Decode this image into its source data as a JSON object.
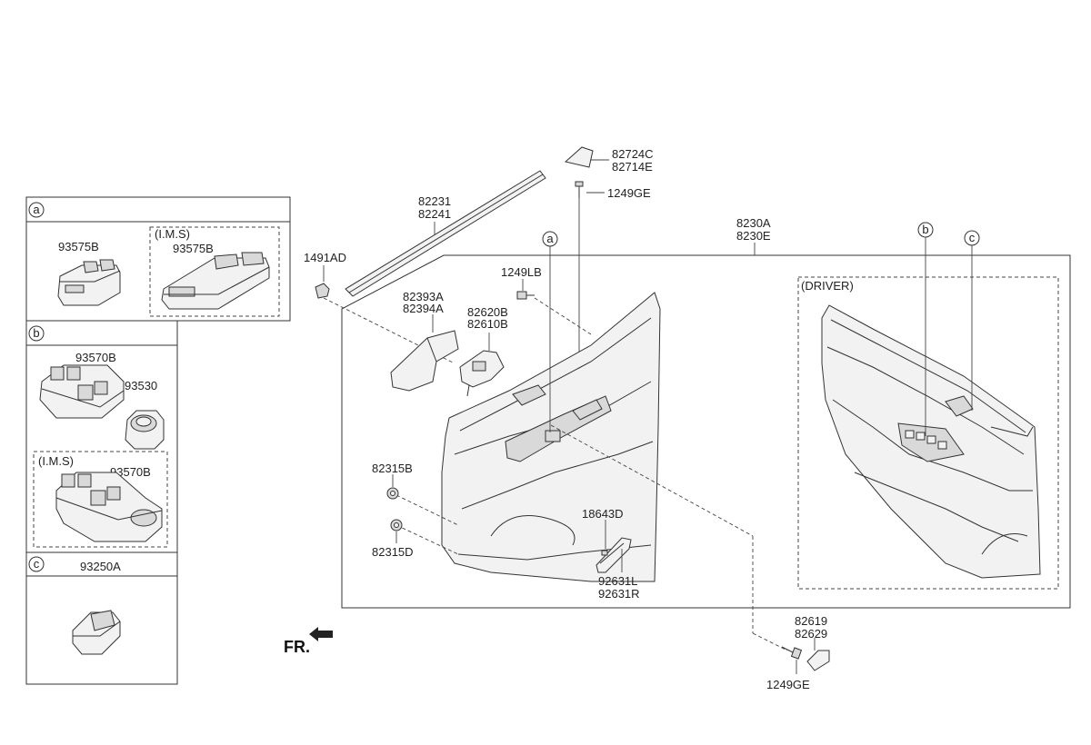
{
  "legend": {
    "a": {
      "letter": "a",
      "std_part": "93575B",
      "ims_caption": "(I.M.S)",
      "ims_part": "93575B"
    },
    "b": {
      "letter": "b",
      "part1": "93570B",
      "part2": "93530",
      "ims_caption": "(I.M.S)",
      "ims_part": "93570B"
    },
    "c": {
      "letter": "c",
      "part": "93250A"
    }
  },
  "main": {
    "assembly_line1": "8230A",
    "assembly_line2": "8230E",
    "driver_caption": "(DRIVER)",
    "callout_a": "a",
    "callout_b": "b",
    "callout_c": "c",
    "fr_label": "FR."
  },
  "labels": {
    "p82724c": "82724C",
    "p82714e": "82714E",
    "p1249ge_top": "1249GE",
    "p82231": "82231",
    "p82241": "82241",
    "p1491ad": "1491AD",
    "p1249lb": "1249LB",
    "p82393a": "82393A",
    "p82394a": "82394A",
    "p82620b": "82620B",
    "p82610b": "82610B",
    "p82315b": "82315B",
    "p82315d": "82315D",
    "p18643d": "18643D",
    "p92631l": "92631L",
    "p92631r": "92631R",
    "p82619": "82619",
    "p82629": "82629",
    "p1249ge_bottom": "1249GE"
  }
}
